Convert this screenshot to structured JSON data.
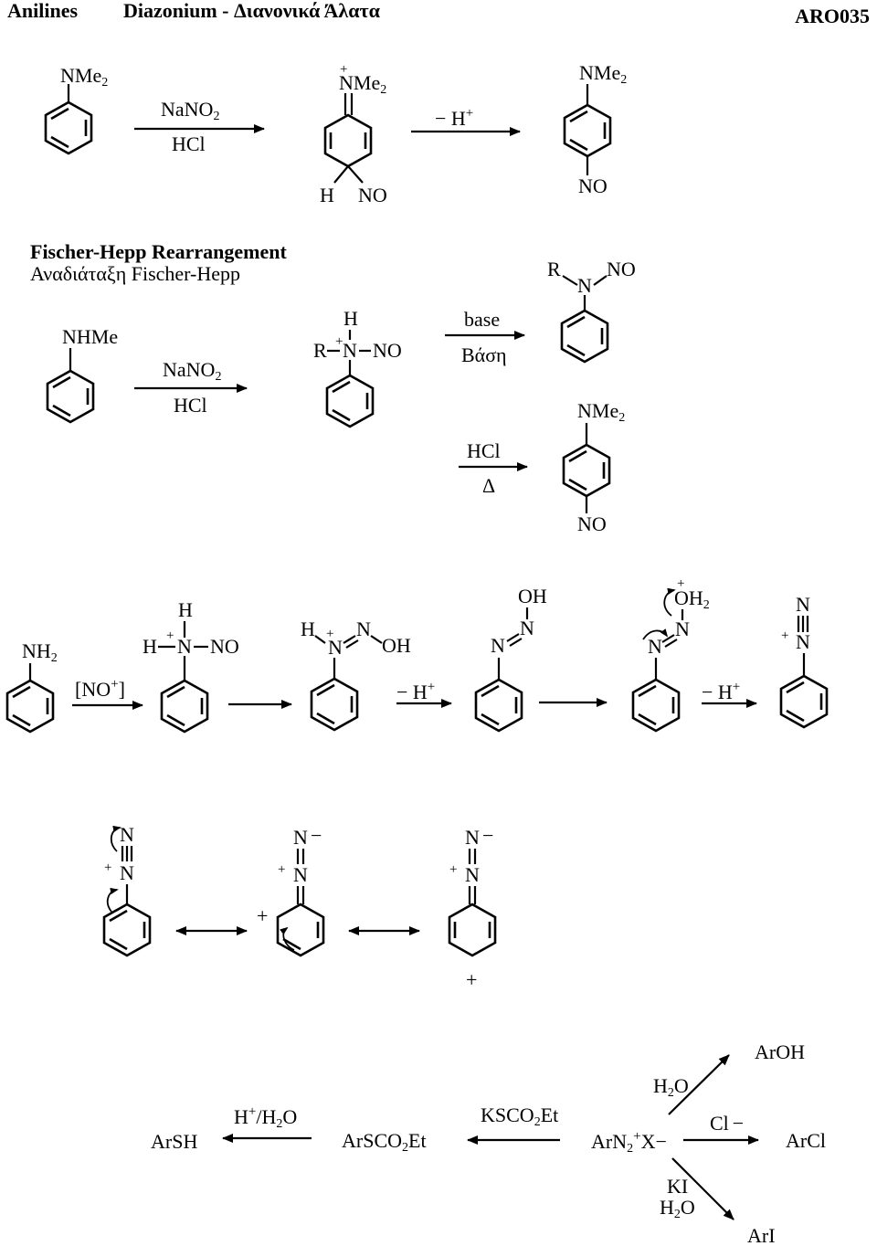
{
  "header": {
    "left": "Anilines",
    "middle": "Diazonium - Διανονικά Άλατα",
    "right": "ARO035"
  },
  "section1": {
    "start": "NMe",
    "reagent_top": "NaNO",
    "reagent_bottom": "HCl",
    "intermediate_top": "NMe",
    "intermediate_h": "H",
    "intermediate_no": "NO",
    "loss": "− H",
    "product_top": "NMe",
    "product_bottom": "NO"
  },
  "section2": {
    "title_en": "Fischer-Hepp Rearrangement",
    "title_gr": "Αναδιάταξη Fischer-Hepp",
    "start": "NHMe",
    "reagent_top": "NaNO",
    "reagent_bottom": "HCl",
    "int_h": "H",
    "int_r": "R",
    "int_n": "N",
    "int_no": "NO",
    "base_en": "base",
    "base_gr": "Βάση",
    "nitrosamine_r": "R",
    "nitrosamine_n": "N",
    "nitrosamine_no": "NO",
    "hcl": "HCl",
    "delta": "Δ",
    "product_top": "NMe",
    "product_bottom": "NO"
  },
  "section3": {
    "start": "NH",
    "reagent": "[NO",
    "s1_h_top": "H",
    "s1_h_left": "H",
    "s1_n": "N",
    "s1_no": "NO",
    "s2_h": "H",
    "s2_n1": "N",
    "s2_n2": "N",
    "s2_oh": "OH",
    "loss1": "− H",
    "s3_oh": "OH",
    "s3_n1": "N",
    "s3_n2": "N",
    "s4_oh": "OH",
    "s4_n1": "N",
    "s4_n2": "N",
    "loss2": "− H",
    "s5_n1": "N",
    "s5_n2": "N"
  },
  "section4": {
    "r1_n_top": "N",
    "r1_n_bottom": "N",
    "r2_n_top": "N",
    "r2_n_bottom": "N",
    "r3_n_top": "N",
    "r3_n_bottom": "N"
  },
  "section5": {
    "arsh": "ArSH",
    "hydrolysis_reagent": "H",
    "hydrolysis_water": "/H",
    "hydrolysis_o": "O",
    "arsco2et": "ArSCO",
    "arsco2et_tail": "Et",
    "kscn_reagent": "KSCO",
    "kscn_tail": "Et",
    "diazonium": "ArN",
    "diazonium_x": "X",
    "water_reagent": "H",
    "water_o": "O",
    "aroh": "ArOH",
    "chloride_reagent": "Cl",
    "arcl": "ArCl",
    "ki_reagent": "KI",
    "ki_water": "H",
    "ki_o": "O",
    "ari": "ArI"
  },
  "symbols": {
    "plus": "+",
    "minus": "−",
    "sub2": "2",
    "close_bracket": "]"
  }
}
